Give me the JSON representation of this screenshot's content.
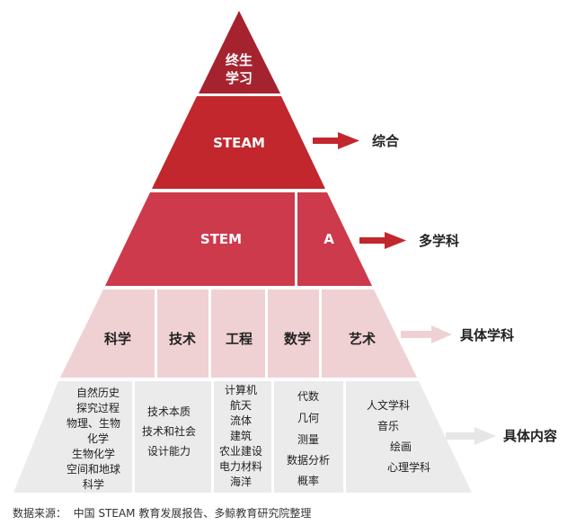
{
  "tiers": {
    "lifelong_line1": "终生",
    "lifelong_line2": "学习",
    "steam": "STEAM",
    "stem": "STEM",
    "a": "A"
  },
  "subjects": [
    "科学",
    "技术",
    "工程",
    "数学",
    "艺术"
  ],
  "contents": [
    [
      "自然历史",
      "探究过程",
      "物理、生物",
      "化学",
      "生物化学",
      "空间和地球",
      "科学"
    ],
    [
      "技术本质",
      "技术和社会",
      "设计能力"
    ],
    [
      "计算机",
      "航天",
      "流体",
      "建筑",
      "农业建设",
      "电力材料",
      "海洋"
    ],
    [
      "代数",
      "几何",
      "测量",
      "数据分析",
      "概率"
    ],
    [
      "人文学科",
      "音乐",
      "绘画",
      "心理学科"
    ]
  ],
  "side_labels": {
    "integrated": "综合",
    "multidisciplinary": "多学科",
    "specific_subjects": "具体学科",
    "specific_content": "具体内容"
  },
  "colors": {
    "top": "#a5232f",
    "steam": "#c1272d",
    "stem": "#cc3a4c",
    "subjects": "#f0d1d3",
    "contents": "#ebebeb",
    "arrow_strong": "#c1272d",
    "arrow_light": "#f0d1d3",
    "arrow_gray": "#e6e6e6"
  },
  "source": "数据来源：  中国 STEAM 教育发展报告、多鲸教育研究院整理"
}
